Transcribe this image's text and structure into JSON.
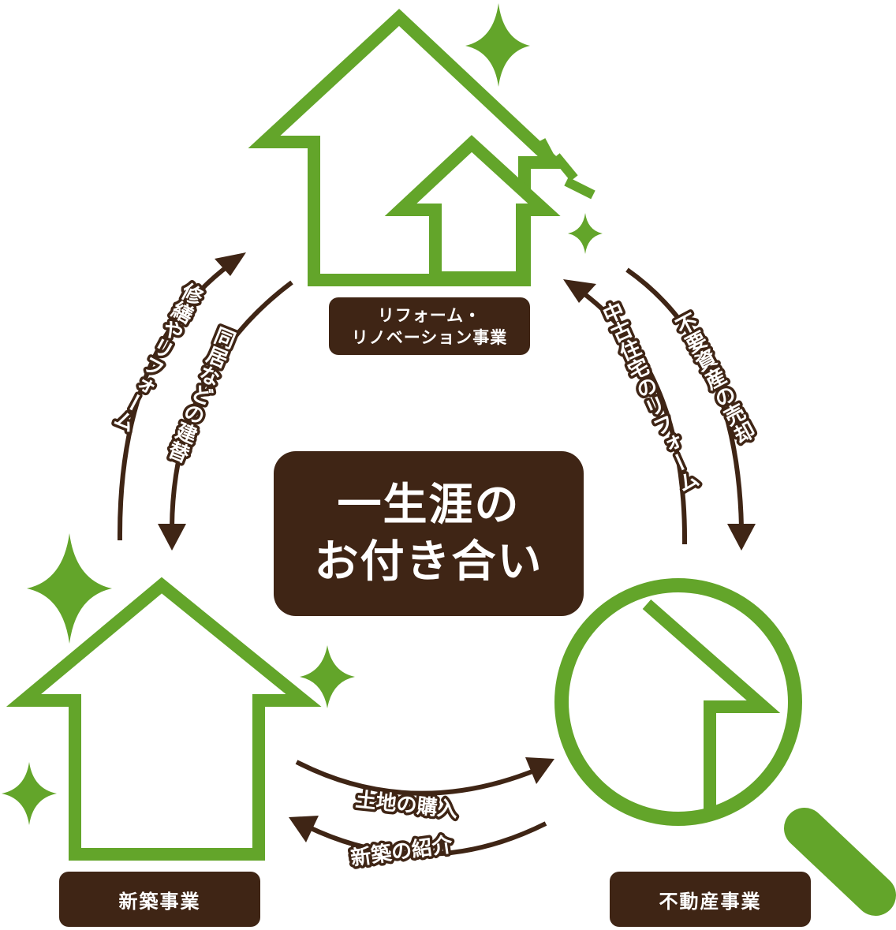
{
  "center": {
    "line1": "一生涯の",
    "line2": "お付き合い"
  },
  "nodes": {
    "top": {
      "line1": "リフォーム・",
      "line2": "リノベーション事業"
    },
    "left": {
      "label": "新築事業"
    },
    "right": {
      "label": "不動産事業"
    }
  },
  "arrows": {
    "top_left_outer": "修繕やリフォーム",
    "top_left_inner": "同居などの建替",
    "top_right_outer": "不要資産の売却",
    "top_right_inner": "中古住宅のリフォーム",
    "bottom_upper": "土地の購入",
    "bottom_lower": "新築の紹介"
  },
  "colors": {
    "green": "#63a52a",
    "brown": "#3f2515",
    "white": "#ffffff"
  },
  "icons": [
    "house-large-icon",
    "house-small-icon",
    "sparkle-icon",
    "magnifier-icon"
  ]
}
